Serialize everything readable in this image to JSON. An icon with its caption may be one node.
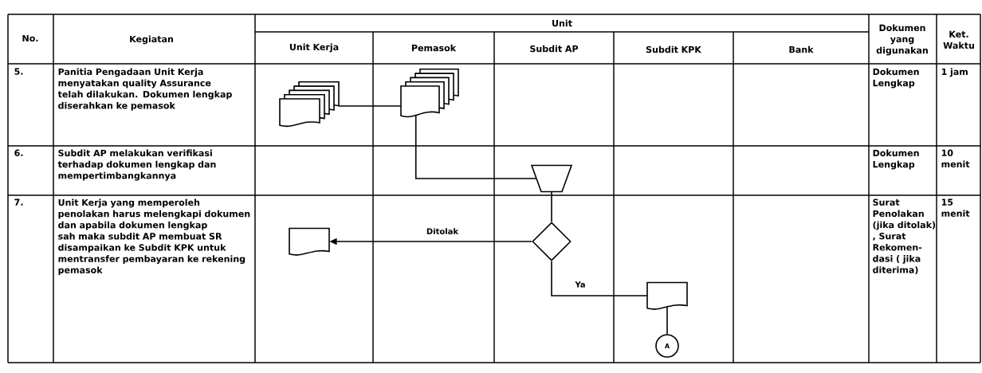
{
  "diagram": {
    "nodes": [
      {
        "text": [],
        "shape": "documents"
      },
      {
        "text": [],
        "shape": "documents"
      },
      {
        "text": [],
        "shape": "trapezoid"
      },
      {
        "text": [],
        "shape": "diamond"
      },
      {
        "text": [],
        "shape": "document"
      },
      {
        "text": [],
        "shape": "document"
      },
      {
        "text": [
          "A"
        ]
      }
    ],
    "edges": [
      {
        "from": 0,
        "to": 1,
        "arrow": "none"
      },
      {
        "from": 1,
        "to": 2,
        "arrow": "none"
      },
      {
        "from": 2,
        "to": 3,
        "arrow": "none"
      },
      {
        "from": 3,
        "to": 4,
        "arrow": "to",
        "label": "Ditolak"
      },
      {
        "from": 3,
        "to": 5,
        "arrow": "none",
        "label": "Ya"
      },
      {
        "from": 5,
        "to": 6,
        "arrow": "none"
      }
    ],
    "labels": [
      "No.",
      "Kegiatan",
      "Unit",
      "Dokumen yang digunakan",
      "Ket. Waktu",
      "Unit Kerja",
      "Pemasok",
      "Subdit AP",
      "Subdit KPK",
      "Bank",
      "5.",
      "Panitia Pengadaan Unit Kerja menyatakan quality Assurance telah dilakukan. Dokumen lengkap diserahkan ke pemasok",
      "Dokumen Lengkap",
      "1 jam",
      "6.",
      "Subdit AP melakukan verifikasi terhadap dokumen lengkap dan mempertimbangkannya",
      "Dokumen Lengkap",
      "10 menit",
      "7.",
      "Unit Kerja yang memperoleh penolakan harus melengkapi dokumen dan apabila dokumen lengkap sah maka subdit AP membuat SR disampaikan ke Subdit KPK untuk mentransfer pembayaran ke rekening pemasok",
      "Surat Penolakan (jika ditolak) , Surat Rekomen-dasi ( jika diterima)",
      "15 menit"
    ]
  }
}
